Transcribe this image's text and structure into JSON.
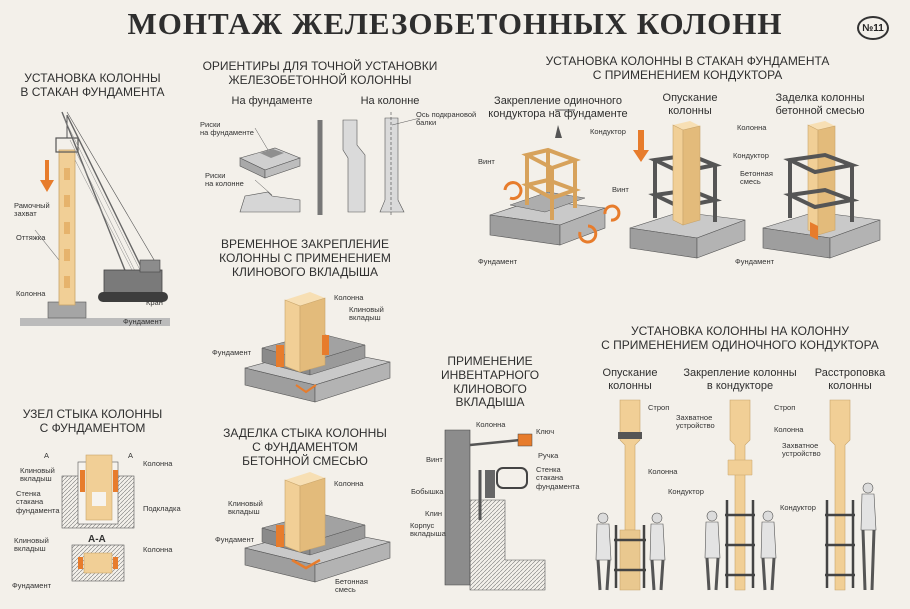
{
  "title": "МОНТАЖ ЖЕЛЕЗОБЕТОННЫХ КОЛОНН",
  "badge": "№11",
  "sec1": {
    "title_l1": "УСТАНОВКА КОЛОННЫ",
    "title_l2": "В СТАКАН ФУНДАМЕНТА",
    "labels": {
      "frame": "Рамочный",
      "frame2": "захват",
      "guy": "Оттяжка",
      "column": "Колонна",
      "crane": "Кран",
      "foundation": "Фундамент"
    }
  },
  "sec2": {
    "title_l1": "ОРИЕНТИРЫ ДЛЯ ТОЧНОЙ УСТАНОВКИ",
    "title_l2": "ЖЕЛЕЗОБЕТОННОЙ КОЛОННЫ",
    "on_foundation": "На фундаменте",
    "on_column": "На колонне",
    "labels": {
      "risk_f1": "Риски",
      "risk_f2": "на фундаменте",
      "risk_c1": "Риски",
      "risk_c2": "на колонне",
      "axis1": "Ось подкрановой",
      "axis2": "балки"
    }
  },
  "sec3": {
    "title_l1": "УСТАНОВКА КОЛОННЫ В СТАКАН ФУНДАМЕНТА",
    "title_l2": "С ПРИМЕНЕНИЕМ КОНДУКТОРА",
    "step1_l1": "Закрепление одиночного",
    "step1_l2": "кондуктора на фундаменте",
    "step2_l1": "Опускание",
    "step2_l2": "колонны",
    "step3_l1": "Заделка колонны",
    "step3_l2": "бетонной смесью",
    "labels": {
      "screw": "Винт",
      "conductor": "Кондуктор",
      "foundation": "Фундамент",
      "screw2": "Винт",
      "column": "Колонна",
      "conductor2": "Кондуктор",
      "concrete1": "Бетонная",
      "concrete2": "смесь",
      "column3": "Колонна"
    }
  },
  "sec4": {
    "title_l1": "ВРЕМЕННОЕ ЗАКРЕПЛЕНИЕ",
    "title_l2": "КОЛОННЫ С ПРИМЕНЕНИЕМ",
    "title_l3": "КЛИНОВОГО ВКЛАДЫША",
    "labels": {
      "column": "Колонна",
      "wedge1": "Клиновый",
      "wedge2": "вкладыш",
      "foundation": "Фундамент"
    }
  },
  "sec5": {
    "title_l1": "УЗЕЛ СТЫКА КОЛОННЫ",
    "title_l2": "С ФУНДАМЕНТОМ",
    "labels": {
      "wedge1": "Клиновый",
      "wedge2": "вкладыш",
      "column": "Колонна",
      "wall1": "Стенка",
      "wall2": "стакана",
      "wall3": "фундамента",
      "pad": "Подкладка",
      "aa": "А-А",
      "a": "А",
      "wedgeb1": "Клиновый",
      "wedgeb2": "вкладыш",
      "columnb": "Колонна",
      "foundation": "Фундамент"
    }
  },
  "sec6": {
    "title_l1": "ЗАДЕЛКА СТЫКА КОЛОННЫ",
    "title_l2": "С ФУНДАМЕНТОМ",
    "title_l3": "БЕТОННОЙ СМЕСЬЮ",
    "labels": {
      "column": "Колонна",
      "wedge1": "Клиновый",
      "wedge2": "вкладыш",
      "foundation": "Фундамент",
      "concrete1": "Бетонная",
      "concrete2": "смесь"
    }
  },
  "sec7": {
    "title_l1": "ПРИМЕНЕНИЕ",
    "title_l2": "ИНВЕНТАРНОГО",
    "title_l3": "КЛИНОВОГО",
    "title_l4": "ВКЛАДЫША",
    "labels": {
      "column": "Колонна",
      "key": "Ключ",
      "screw": "Винт",
      "handle": "Ручка",
      "boss": "Бобышка",
      "wall1": "Стенка",
      "wall2": "стакана",
      "wall3": "фундамента",
      "wedge": "Клин",
      "body1": "Корпус",
      "body2": "вкладыша"
    }
  },
  "sec8": {
    "title_l1": "УСТАНОВКА КОЛОННЫ НА КОЛОННУ",
    "title_l2": "С ПРИМЕНЕНИЕМ ОДИНОЧНОГО КОНДУКТОРА",
    "step1_l1": "Опускание",
    "step1_l2": "колонны",
    "step2_l1": "Закрепление колонны",
    "step2_l2": "в кондукторе",
    "step3_l1": "Расстроповка",
    "step3_l2": "колонны",
    "labels": {
      "sling": "Строп",
      "grip1": "Захватное",
      "grip2": "устройство",
      "column": "Колонна",
      "conductor": "Кондуктор",
      "sling2": "Строп",
      "column2": "Колонна",
      "grip3": "Захватное",
      "grip4": "устройство",
      "conductor2": "Кондуктор"
    }
  },
  "colors": {
    "column": "#f1cf96",
    "column_edge": "#c8a46a",
    "concrete": "#9a9a9a",
    "steel": "#555555",
    "orange": "#e77c2c",
    "dark": "#5e5e5e"
  }
}
